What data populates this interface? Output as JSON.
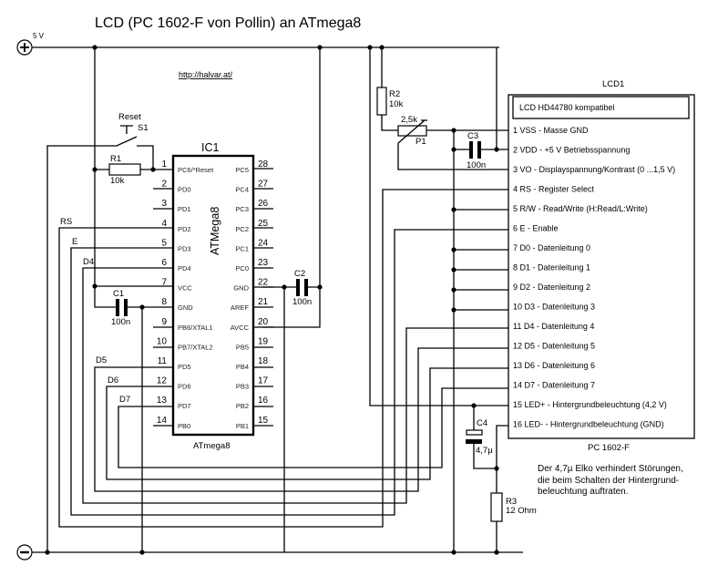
{
  "title": "LCD (PC 1602-F von Pollin) an ATmega8",
  "url": "http://halvar.at/",
  "supply": {
    "plus_label": "5 V",
    "plus_icon": "plus-terminal-icon",
    "minus_icon": "minus-terminal-icon"
  },
  "ic": {
    "ref": "IC1",
    "name_vertical": "ATMega8",
    "name_bottom": "ATmega8",
    "left_pins": [
      {
        "num": "1",
        "name": "PC6/*Reset"
      },
      {
        "num": "2",
        "name": "PD0"
      },
      {
        "num": "3",
        "name": "PD1"
      },
      {
        "num": "4",
        "name": "PD2"
      },
      {
        "num": "5",
        "name": "PD3"
      },
      {
        "num": "6",
        "name": "PD4"
      },
      {
        "num": "7",
        "name": "VCC"
      },
      {
        "num": "8",
        "name": "GND"
      },
      {
        "num": "9",
        "name": "PB6/XTAL1"
      },
      {
        "num": "10",
        "name": "PB7/XTAL2"
      },
      {
        "num": "11",
        "name": "PD5"
      },
      {
        "num": "12",
        "name": "PD6"
      },
      {
        "num": "13",
        "name": "PD7"
      },
      {
        "num": "14",
        "name": "PB0"
      }
    ],
    "right_pins": [
      {
        "num": "28",
        "name": "PC5"
      },
      {
        "num": "27",
        "name": "PC4"
      },
      {
        "num": "26",
        "name": "PC3"
      },
      {
        "num": "25",
        "name": "PC2"
      },
      {
        "num": "24",
        "name": "PC1"
      },
      {
        "num": "23",
        "name": "PC0"
      },
      {
        "num": "22",
        "name": "GND"
      },
      {
        "num": "21",
        "name": "AREF"
      },
      {
        "num": "20",
        "name": "AVCC"
      },
      {
        "num": "19",
        "name": "PB5"
      },
      {
        "num": "18",
        "name": "PB4"
      },
      {
        "num": "17",
        "name": "PB3"
      },
      {
        "num": "16",
        "name": "PB2"
      },
      {
        "num": "15",
        "name": "PB1"
      }
    ]
  },
  "components": {
    "s1": {
      "ref": "S1",
      "label": "Reset"
    },
    "r1": {
      "ref": "R1",
      "value": "10k"
    },
    "r2": {
      "ref": "R2",
      "value": "10k"
    },
    "r3": {
      "ref": "R3",
      "value": "12 Ohm"
    },
    "p1": {
      "ref": "P1",
      "value": "2,5k"
    },
    "c1": {
      "ref": "C1",
      "value": "100n"
    },
    "c2": {
      "ref": "C2",
      "value": "100n"
    },
    "c3": {
      "ref": "C3",
      "value": "100n"
    },
    "c4": {
      "ref": "C4",
      "value": "4,7µ"
    }
  },
  "nets": {
    "rs": "RS",
    "e": "E",
    "d4": "D4",
    "d5": "D5",
    "d6": "D6",
    "d7": "D7"
  },
  "lcd": {
    "ref": "LCD1",
    "header": "LCD HD44780 kompatibel",
    "model": "PC 1602-F",
    "pins": [
      "1 VSS - Masse GND",
      "2 VDD - +5 V Betriebsspannung",
      "3 VO - Displayspannung/Kontrast (0 ...1,5 V)",
      "4 RS - Register Select",
      "5 R/W - Read/Write (H:Read/L:Write)",
      "6 E - Enable",
      "7 D0 - Datenleitung 0",
      "8 D1 - Datenleitung 1",
      "9 D2 - Datenleitung 2",
      "10 D3 - Datenleitung 3",
      "11 D4 - Datenleitung 4",
      "12 D5 - Datenleitung 5",
      "13 D6 - Datenleitung 6",
      "14 D7 - Datenleitung 7",
      "15 LED+ - Hintergrundbeleuchtung (4,2 V)",
      "16 LED- - Hintergrundbeleuchtung (GND)"
    ]
  },
  "note": [
    "Der 4,7µ Elko verhindert Störungen,",
    "die beim Schalten der Hintergrund-",
    "beleuchtung auftraten."
  ]
}
